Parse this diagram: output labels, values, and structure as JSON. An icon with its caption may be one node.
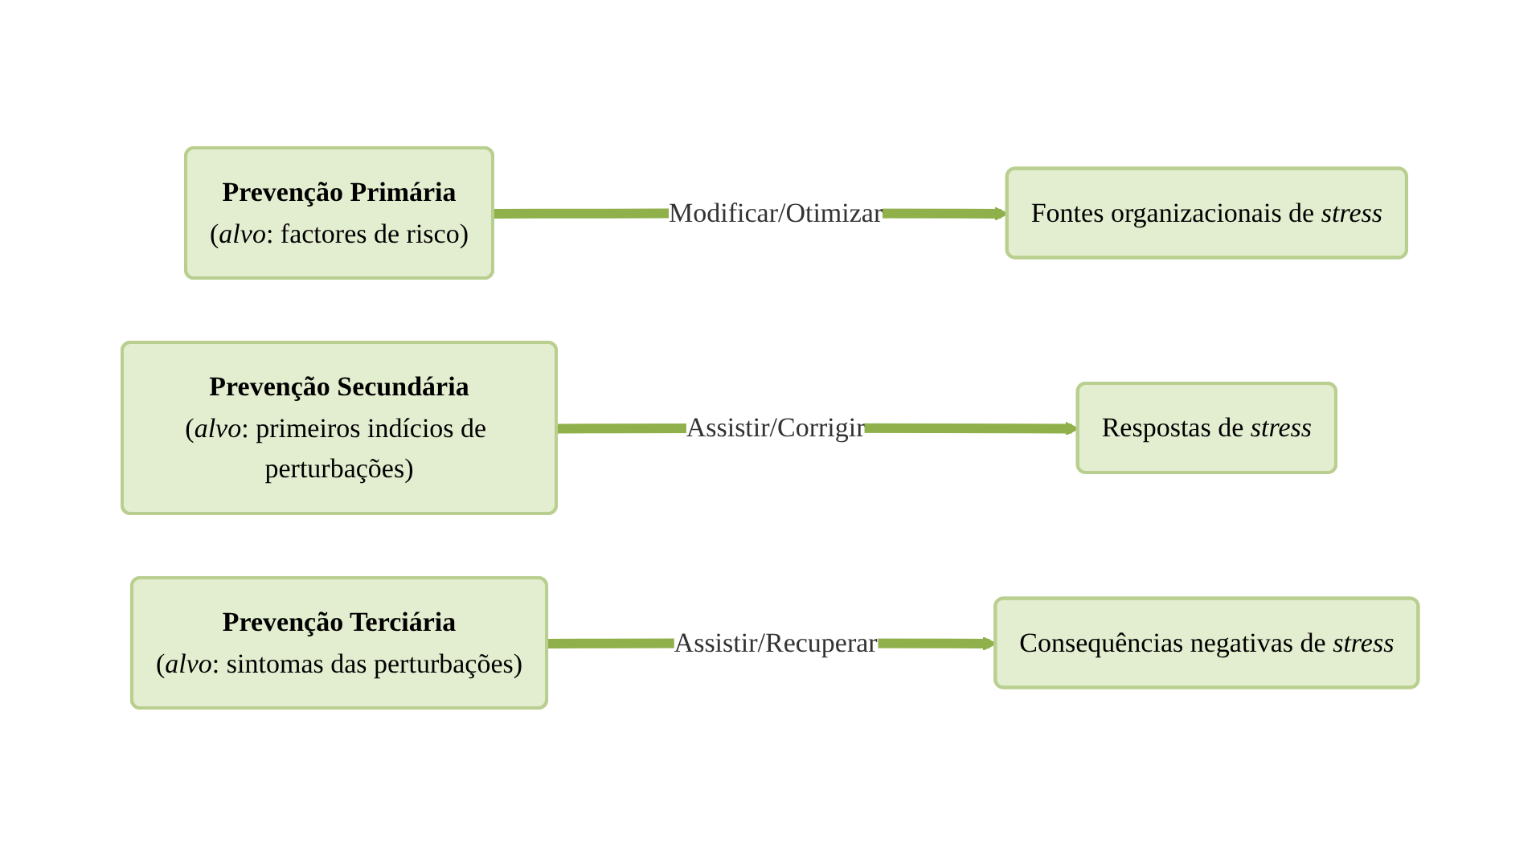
{
  "diagram": {
    "nodes": [
      {
        "text": [
          "Prevenção Primária",
          "(*alvo*: factores de risco)"
        ]
      },
      {
        "text": [
          "Fontes organizacionais de *stress*"
        ]
      },
      {
        "text": [
          "Prevenção Secundária",
          "(*alvo*: primeiros indícios de perturbações)"
        ]
      },
      {
        "text": [
          "Respostas de *stress*"
        ]
      },
      {
        "text": [
          "Prevenção Terciária",
          "(*alvo*: sintomas das perturbações)"
        ]
      },
      {
        "text": [
          "Consequências negativas de *stress*"
        ]
      }
    ],
    "edges": [
      {
        "from": 0,
        "to": 1,
        "arrow": "to",
        "label": "Modificar/Otimizar"
      },
      {
        "from": 2,
        "to": 3,
        "arrow": "to",
        "label": "Assistir/Corrigir"
      },
      {
        "from": 4,
        "to": 5,
        "arrow": "to",
        "label": "Assistir/Recuperar"
      }
    ]
  }
}
